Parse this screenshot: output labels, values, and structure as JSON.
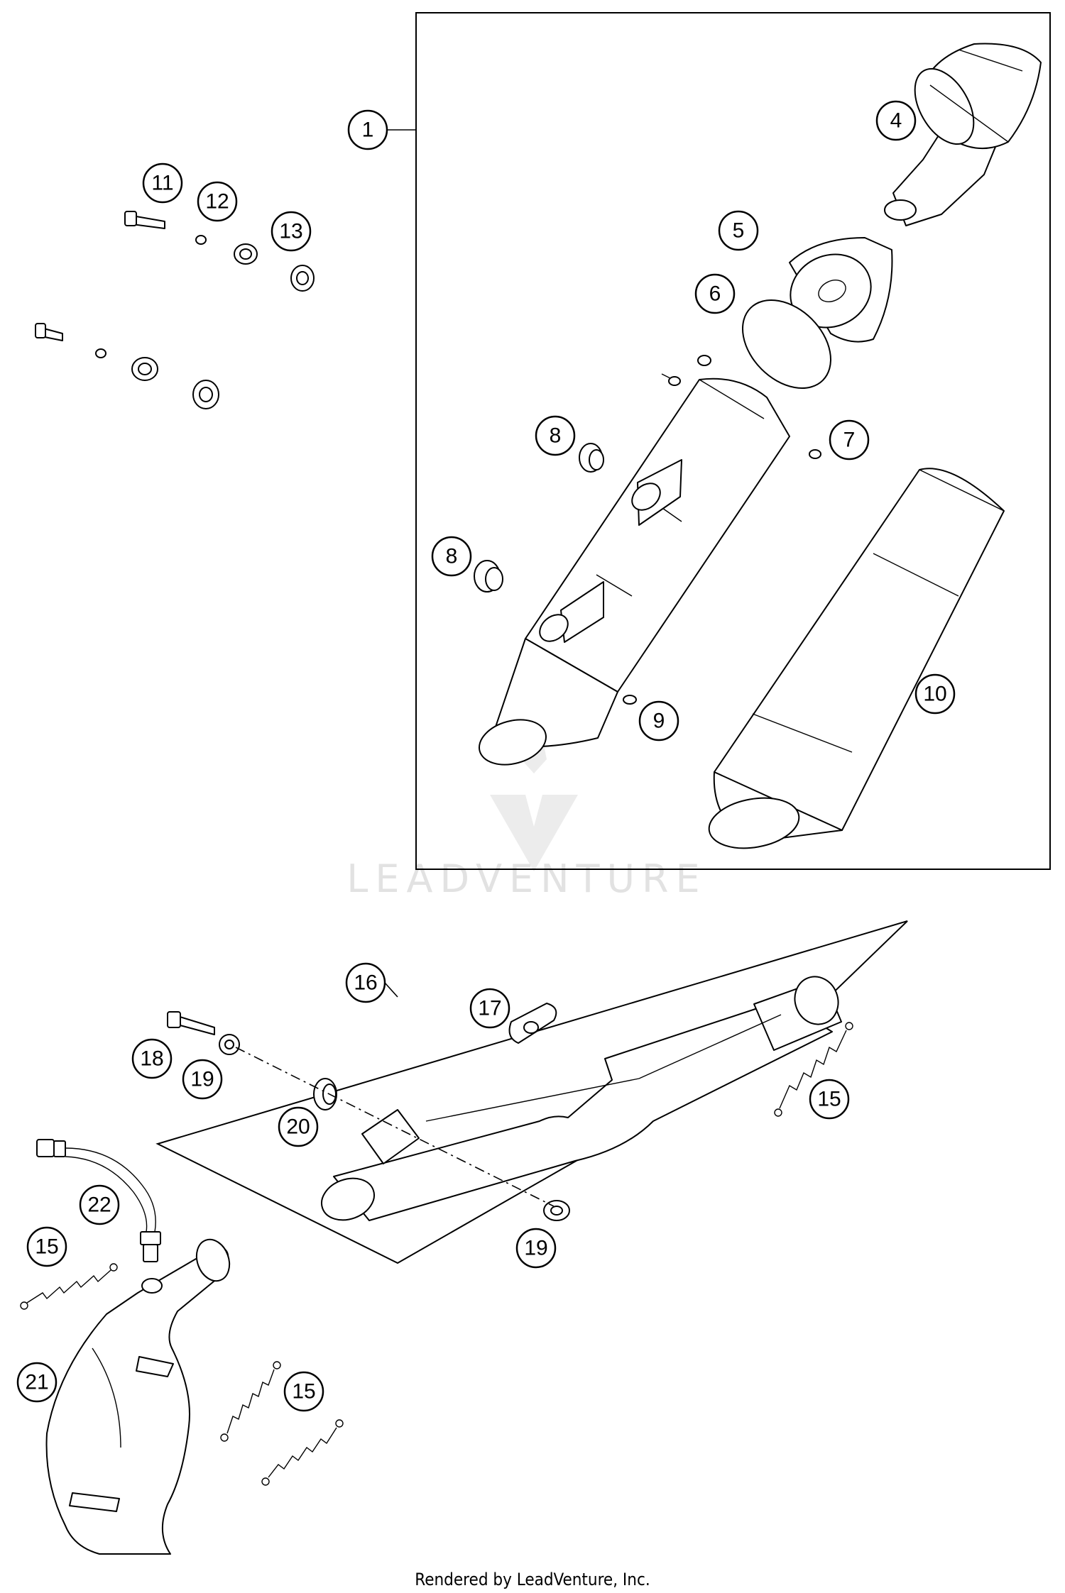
{
  "watermark": {
    "text": "LEADVENTURE"
  },
  "footer": {
    "text": "Rendered by LeadVenture, Inc."
  },
  "callouts": {
    "c1": "1",
    "c4": "4",
    "c5": "5",
    "c6": "6",
    "c7": "7",
    "c8a": "8",
    "c8b": "8",
    "c9": "9",
    "c10": "10",
    "c11": "11",
    "c12": "12",
    "c13": "13",
    "c15a": "15",
    "c15b": "15",
    "c15c": "15",
    "c16": "16",
    "c17": "17",
    "c18": "18",
    "c19a": "19",
    "c19b": "19",
    "c20": "20",
    "c21": "21",
    "c22": "22"
  }
}
